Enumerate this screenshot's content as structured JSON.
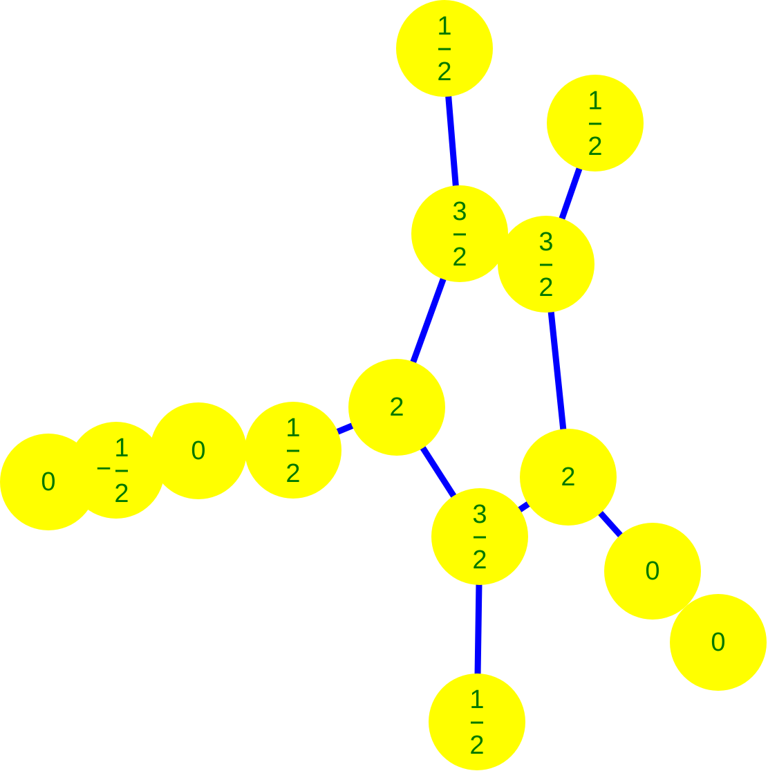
{
  "graph": {
    "colors": {
      "node_fill": "#ffff00",
      "label": "#007800",
      "edge": "#0000ff"
    },
    "nodes": [
      {
        "id": "n1",
        "label": {
          "num": "1",
          "den": "2"
        }
      },
      {
        "id": "n2",
        "label": {
          "num": "1",
          "den": "2"
        }
      },
      {
        "id": "n3",
        "label": {
          "num": "3",
          "den": "2"
        }
      },
      {
        "id": "n4",
        "label": {
          "num": "3",
          "den": "2"
        }
      },
      {
        "id": "n5",
        "label": {
          "text": "2"
        }
      },
      {
        "id": "n6",
        "label": {
          "num": "1",
          "den": "2"
        }
      },
      {
        "id": "n7",
        "label": {
          "text": "0"
        }
      },
      {
        "id": "n8",
        "label": {
          "sign": "−",
          "num": "1",
          "den": "2"
        }
      },
      {
        "id": "n9",
        "label": {
          "text": "0"
        }
      },
      {
        "id": "n10",
        "label": {
          "text": "2"
        }
      },
      {
        "id": "n11",
        "label": {
          "num": "3",
          "den": "2"
        }
      },
      {
        "id": "n12",
        "label": {
          "text": "0"
        }
      },
      {
        "id": "n13",
        "label": {
          "text": "0"
        }
      },
      {
        "id": "n14",
        "label": {
          "num": "1",
          "den": "2"
        }
      }
    ],
    "edges": [
      [
        "n1",
        "n3"
      ],
      [
        "n2",
        "n4"
      ],
      [
        "n3",
        "n5"
      ],
      [
        "n4",
        "n10"
      ],
      [
        "n6",
        "n5"
      ],
      [
        "n5",
        "n11"
      ],
      [
        "n11",
        "n10"
      ],
      [
        "n10",
        "n12"
      ],
      [
        "n11",
        "n14"
      ]
    ]
  }
}
